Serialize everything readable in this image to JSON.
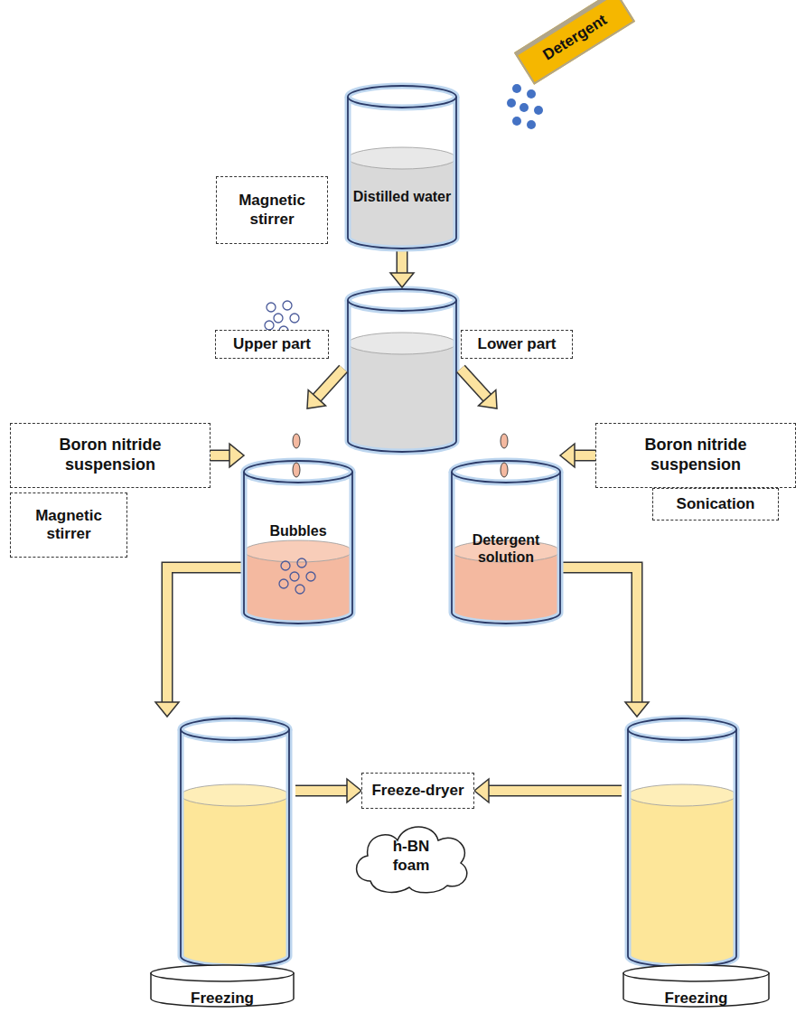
{
  "diagram": {
    "nodes": [
      {
        "text": [
          "Detergent"
        ]
      },
      {
        "text": [
          "Distilled water"
        ]
      },
      {
        "text": [
          "Magnetic stirrer"
        ]
      },
      {
        "text": [
          "Upper part"
        ]
      },
      {
        "text": [
          "Lower part"
        ]
      },
      {
        "text": [
          "Boron nitride suspension"
        ]
      },
      {
        "text": [
          "Boron nitride suspension"
        ]
      },
      {
        "text": [
          "Bubbles"
        ]
      },
      {
        "text": [
          "Detergent solution"
        ]
      },
      {
        "text": [
          "Magnetic stirrer"
        ]
      },
      {
        "text": [
          "Sonication"
        ]
      },
      {
        "text": [
          "Freezing"
        ]
      },
      {
        "text": [
          "Freezing"
        ]
      },
      {
        "text": [
          "Freeze-dryer"
        ]
      },
      {
        "text": [
          "h-BN foam"
        ]
      }
    ],
    "edges": [
      {
        "from": 5,
        "to": 7,
        "arrow": "to"
      },
      {
        "from": 6,
        "to": 8,
        "arrow": "to"
      },
      {
        "from": 7,
        "to": 11,
        "arrow": "to"
      },
      {
        "from": 8,
        "to": 12,
        "arrow": "to"
      },
      {
        "from": 11,
        "to": 13,
        "arrow": "to"
      },
      {
        "from": 12,
        "to": 13,
        "arrow": "to"
      }
    ]
  }
}
